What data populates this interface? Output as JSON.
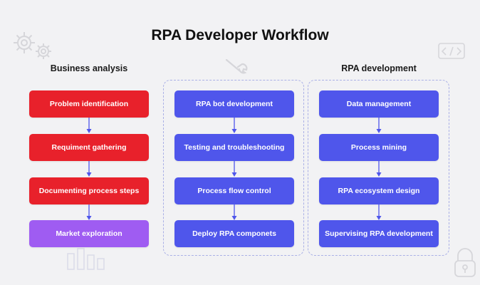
{
  "title": "RPA Developer Workflow",
  "columns": [
    {
      "heading": "Business analysis",
      "steps": [
        "Problem identification",
        "Requiment gathering",
        "Documenting process steps",
        "Market exploration"
      ]
    },
    {
      "heading": "",
      "steps": [
        "RPA bot development",
        "Testing and troubleshooting",
        "Process flow control",
        "Deploy RPA componets"
      ]
    },
    {
      "heading": "RPA development",
      "steps": [
        "Data management",
        "Process mining",
        "RPA ecosystem design",
        "Supervising RPA development"
      ]
    }
  ],
  "colors": {
    "red": "#e8212b",
    "purple": "#9f5cf2",
    "blue": "#4f56eb",
    "dashed_border": "#aab0e6",
    "background": "#f2f2f4"
  },
  "icons": [
    "gears-icon",
    "wrench-icon",
    "code-tag-icon",
    "bar-chart-icon",
    "padlock-icon"
  ]
}
